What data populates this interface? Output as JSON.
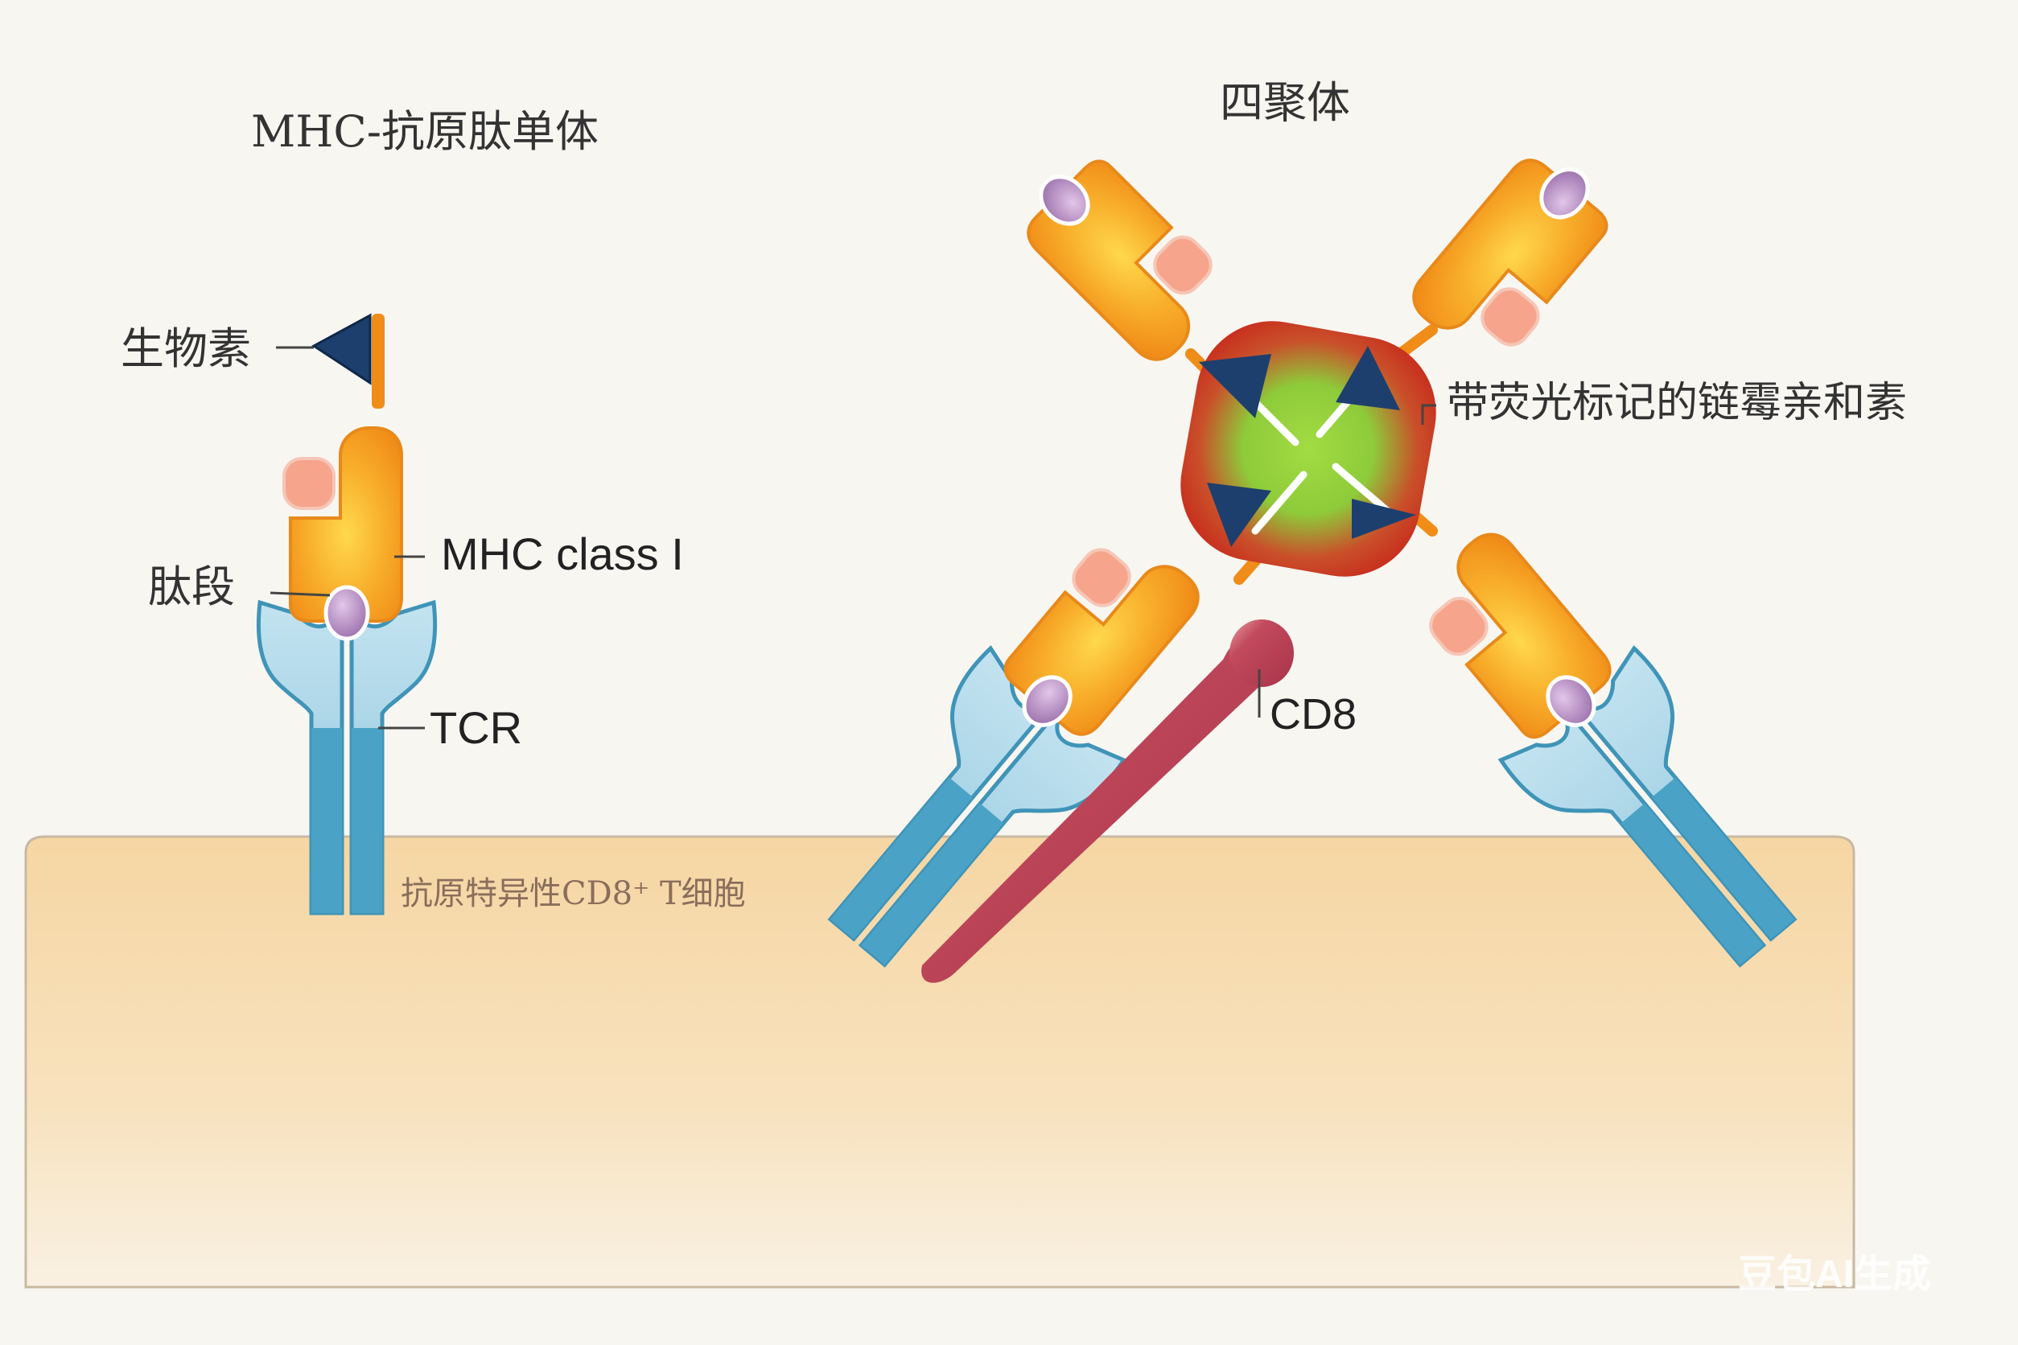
{
  "labels": {
    "monomer_title": "MHC-抗原肽单体",
    "tetramer_title": "四聚体",
    "biotin": "生物素",
    "peptide": "肽段",
    "mhc_class": "MHC class I",
    "tcr": "TCR",
    "streptavidin": "带荧光标记的链霉亲和素",
    "cd8": "CD8",
    "cell": "抗原特异性CD8⁺ T细胞",
    "watermark": "豆包AI生成"
  },
  "colors": {
    "background": "#f8f6f1",
    "cell": "#f7d9aa",
    "cell_border": "#c9b9a2",
    "mhc_orange": "#f39a1e",
    "mhc_highlight": "#ffd24a",
    "mhc_light_domain": "#f6a58c",
    "peptide": "#b48cc0",
    "tcr_light": "#a9d4e6",
    "tcr_stem": "#3f9cc0",
    "biotin": "#1d3f6e",
    "streptavidin_outer": "#d0331f",
    "streptavidin_center": "#8ccf3a",
    "cd8": "#b23b52",
    "label_text": "#333333"
  }
}
